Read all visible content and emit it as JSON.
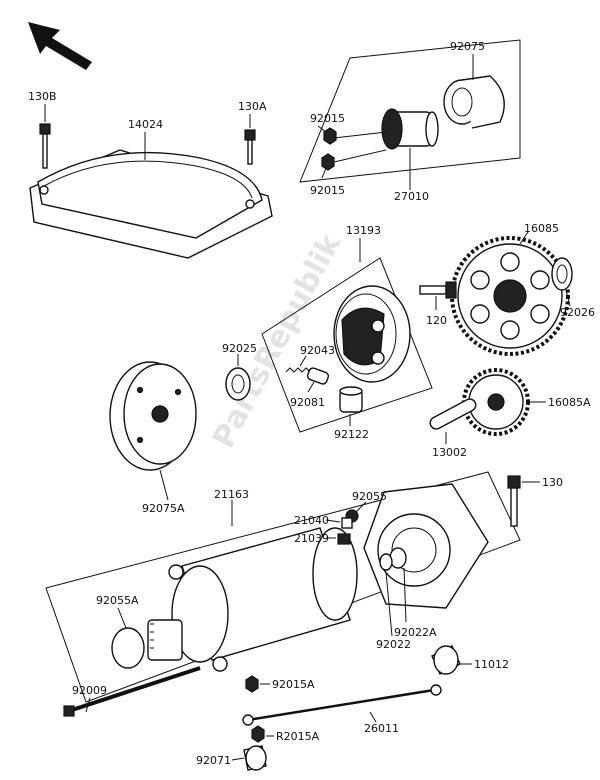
{
  "watermark": "PartsRepublik",
  "callouts": {
    "c130B": "130B",
    "c14024": "14024",
    "c130A": "130A",
    "c92015_top": "92015",
    "c92015_mid": "92015",
    "c92075": "92075",
    "c27010": "27010",
    "c13193": "13193",
    "c16085": "16085",
    "c120": "120",
    "c92026": "92026",
    "c92025": "92025",
    "c92043": "92043",
    "c92081": "92081",
    "c92122": "92122",
    "c16085A": "16085A",
    "c13002": "13002",
    "c92075A": "92075A",
    "c21163": "21163",
    "c92055": "92055",
    "c130": "130",
    "c21040": "21040",
    "c21039": "21039",
    "c92055A": "92055A",
    "c92022A": "92022A",
    "c92022": "92022",
    "c11012": "11012",
    "c92015A_1": "92015A",
    "c92009": "92009",
    "c26011": "26011",
    "c92015A_2": "R2015A",
    "c92071": "92071"
  }
}
